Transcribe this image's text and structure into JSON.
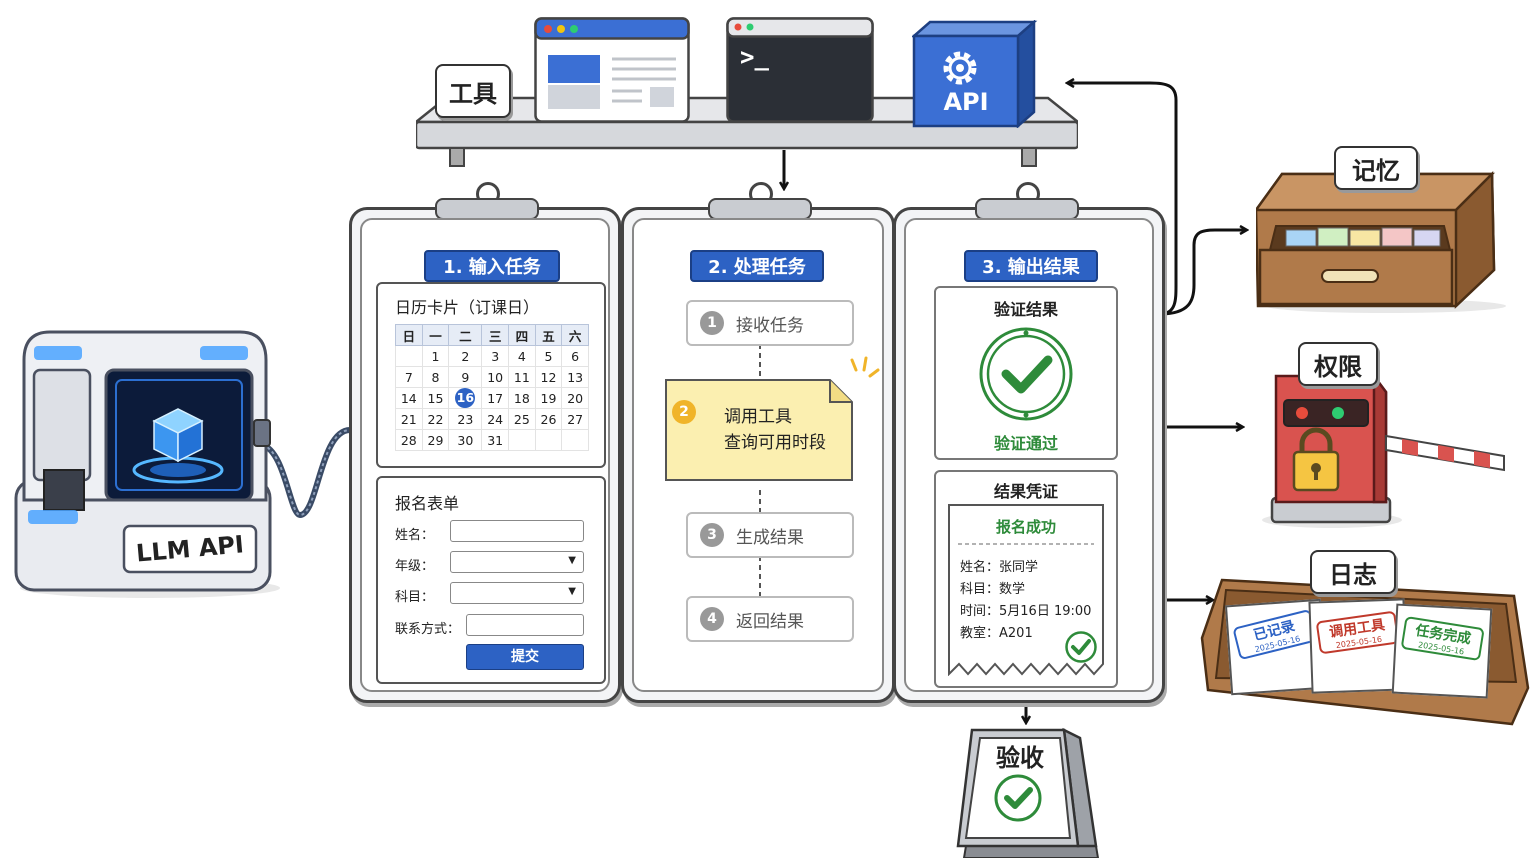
{
  "tools": {
    "label": "工具",
    "api_label": "API",
    "terminal_prompt": ">_"
  },
  "memory": {
    "label": "记忆"
  },
  "permission": {
    "label": "权限"
  },
  "log": {
    "label": "日志",
    "stamps": [
      {
        "text": "已记录",
        "date": "2025-05-16",
        "color": "#2d62c4"
      },
      {
        "text": "调用工具",
        "date": "2025-05-16",
        "color": "#c0392b"
      },
      {
        "text": "任务完成",
        "date": "2025-05-16",
        "color": "#2e8b3a"
      }
    ]
  },
  "acceptance": {
    "label": "验收"
  },
  "llm": {
    "label": "LLM API"
  },
  "panels": {
    "input": {
      "title": "1. 输入任务",
      "calendar": {
        "title": "日历卡片（订课日）",
        "weekdays": [
          "日",
          "一",
          "二",
          "三",
          "四",
          "五",
          "六"
        ],
        "weeks": [
          [
            "",
            "1",
            "2",
            "3",
            "4",
            "5",
            "6"
          ],
          [
            "7",
            "8",
            "9",
            "10",
            "11",
            "12",
            "13"
          ],
          [
            "14",
            "15",
            "16",
            "17",
            "18",
            "19",
            "20"
          ],
          [
            "21",
            "22",
            "23",
            "24",
            "25",
            "26",
            "27"
          ],
          [
            "28",
            "29",
            "30",
            "31",
            "",
            "",
            ""
          ]
        ],
        "highlight": "16"
      },
      "form": {
        "title": "报名表单",
        "fields": {
          "name": "姓名：",
          "grade": "年级：",
          "subject": "科目：",
          "contact": "联系方式："
        },
        "submit": "提交"
      }
    },
    "process": {
      "title": "2. 处理任务",
      "steps": {
        "s1": {
          "num": "1",
          "text": "接收任务"
        },
        "s2": {
          "num": "2",
          "line1": "调用工具",
          "line2": "查询可用时段"
        },
        "s3": {
          "num": "3",
          "text": "生成结果"
        },
        "s4": {
          "num": "4",
          "text": "返回结果"
        }
      }
    },
    "output": {
      "title": "3. 输出结果",
      "verify": {
        "title": "验证结果",
        "status": "验证通过"
      },
      "receipt": {
        "title": "结果凭证",
        "headline": "报名成功",
        "rows": {
          "name": {
            "label": "姓名：",
            "value": "张同学"
          },
          "subject": {
            "label": "科目：",
            "value": "数学"
          },
          "time": {
            "label": "时间：",
            "value": "5月16日 19:00"
          },
          "room": {
            "label": "教室：",
            "value": "A201"
          }
        }
      }
    }
  },
  "colors": {
    "primary": "#2d62c4",
    "success": "#2e8b3a",
    "note": "#fbefb0",
    "outline": "#444444"
  }
}
